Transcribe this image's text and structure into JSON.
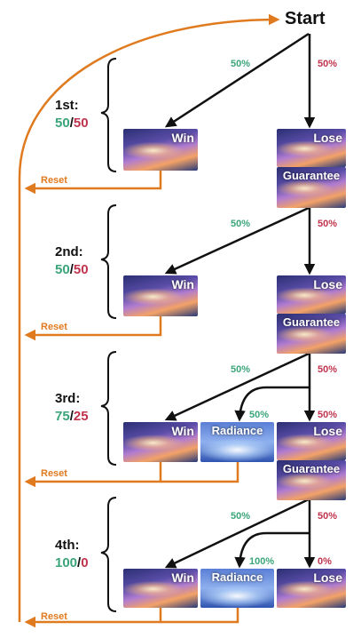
{
  "start_label": "Start",
  "reset_label": "Reset",
  "colors": {
    "green": "#3ba57a",
    "red": "#c0334d",
    "orange": "#e07a1f"
  },
  "stages": [
    {
      "title": "1st:",
      "win_rate": "50",
      "lose_rate": "50",
      "branch_win_pct": "50%",
      "branch_lose_pct": "50%",
      "win_card": "Win",
      "lose_card": "Lose",
      "guarantee_card": "Guarantee"
    },
    {
      "title": "2nd:",
      "win_rate": "50",
      "lose_rate": "50",
      "branch_win_pct": "50%",
      "branch_lose_pct": "50%",
      "win_card": "Win",
      "lose_card": "Lose",
      "guarantee_card": "Guarantee"
    },
    {
      "title": "3rd:",
      "win_rate": "75",
      "lose_rate": "25",
      "branch_win_pct": "50%",
      "branch_lose_pct": "50%",
      "radiance_pct": "50%",
      "inner_lose_pct": "50%",
      "win_card": "Win",
      "radiance_card": "Radiance",
      "lose_card": "Lose",
      "guarantee_card": "Guarantee"
    },
    {
      "title": "4th:",
      "win_rate": "100",
      "lose_rate": "0",
      "branch_win_pct": "50%",
      "branch_lose_pct": "50%",
      "radiance_pct": "100%",
      "inner_lose_pct": "0%",
      "win_card": "Win",
      "radiance_card": "Radiance",
      "lose_card": "Lose"
    }
  ]
}
